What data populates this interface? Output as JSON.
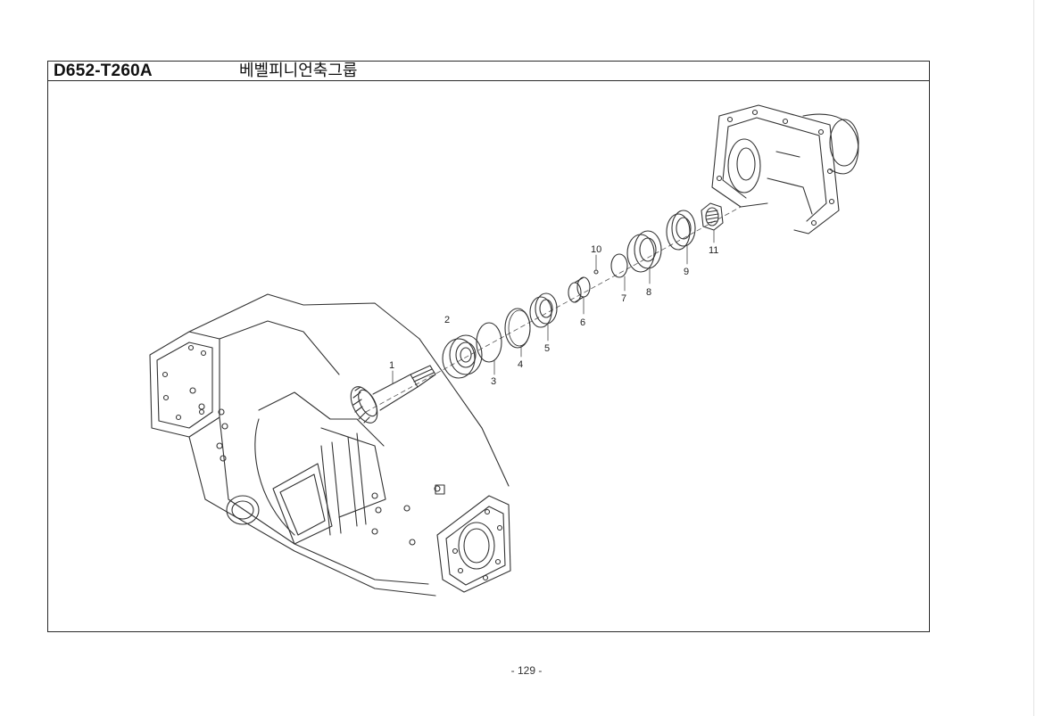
{
  "header": {
    "model_code": "D652-T260A",
    "title": "베벨피니언축그룹"
  },
  "callouts": [
    "1",
    "2",
    "3",
    "4",
    "5",
    "6",
    "7",
    "8",
    "9",
    "10",
    "11"
  ],
  "footer": {
    "page_number": "- 129 -"
  }
}
